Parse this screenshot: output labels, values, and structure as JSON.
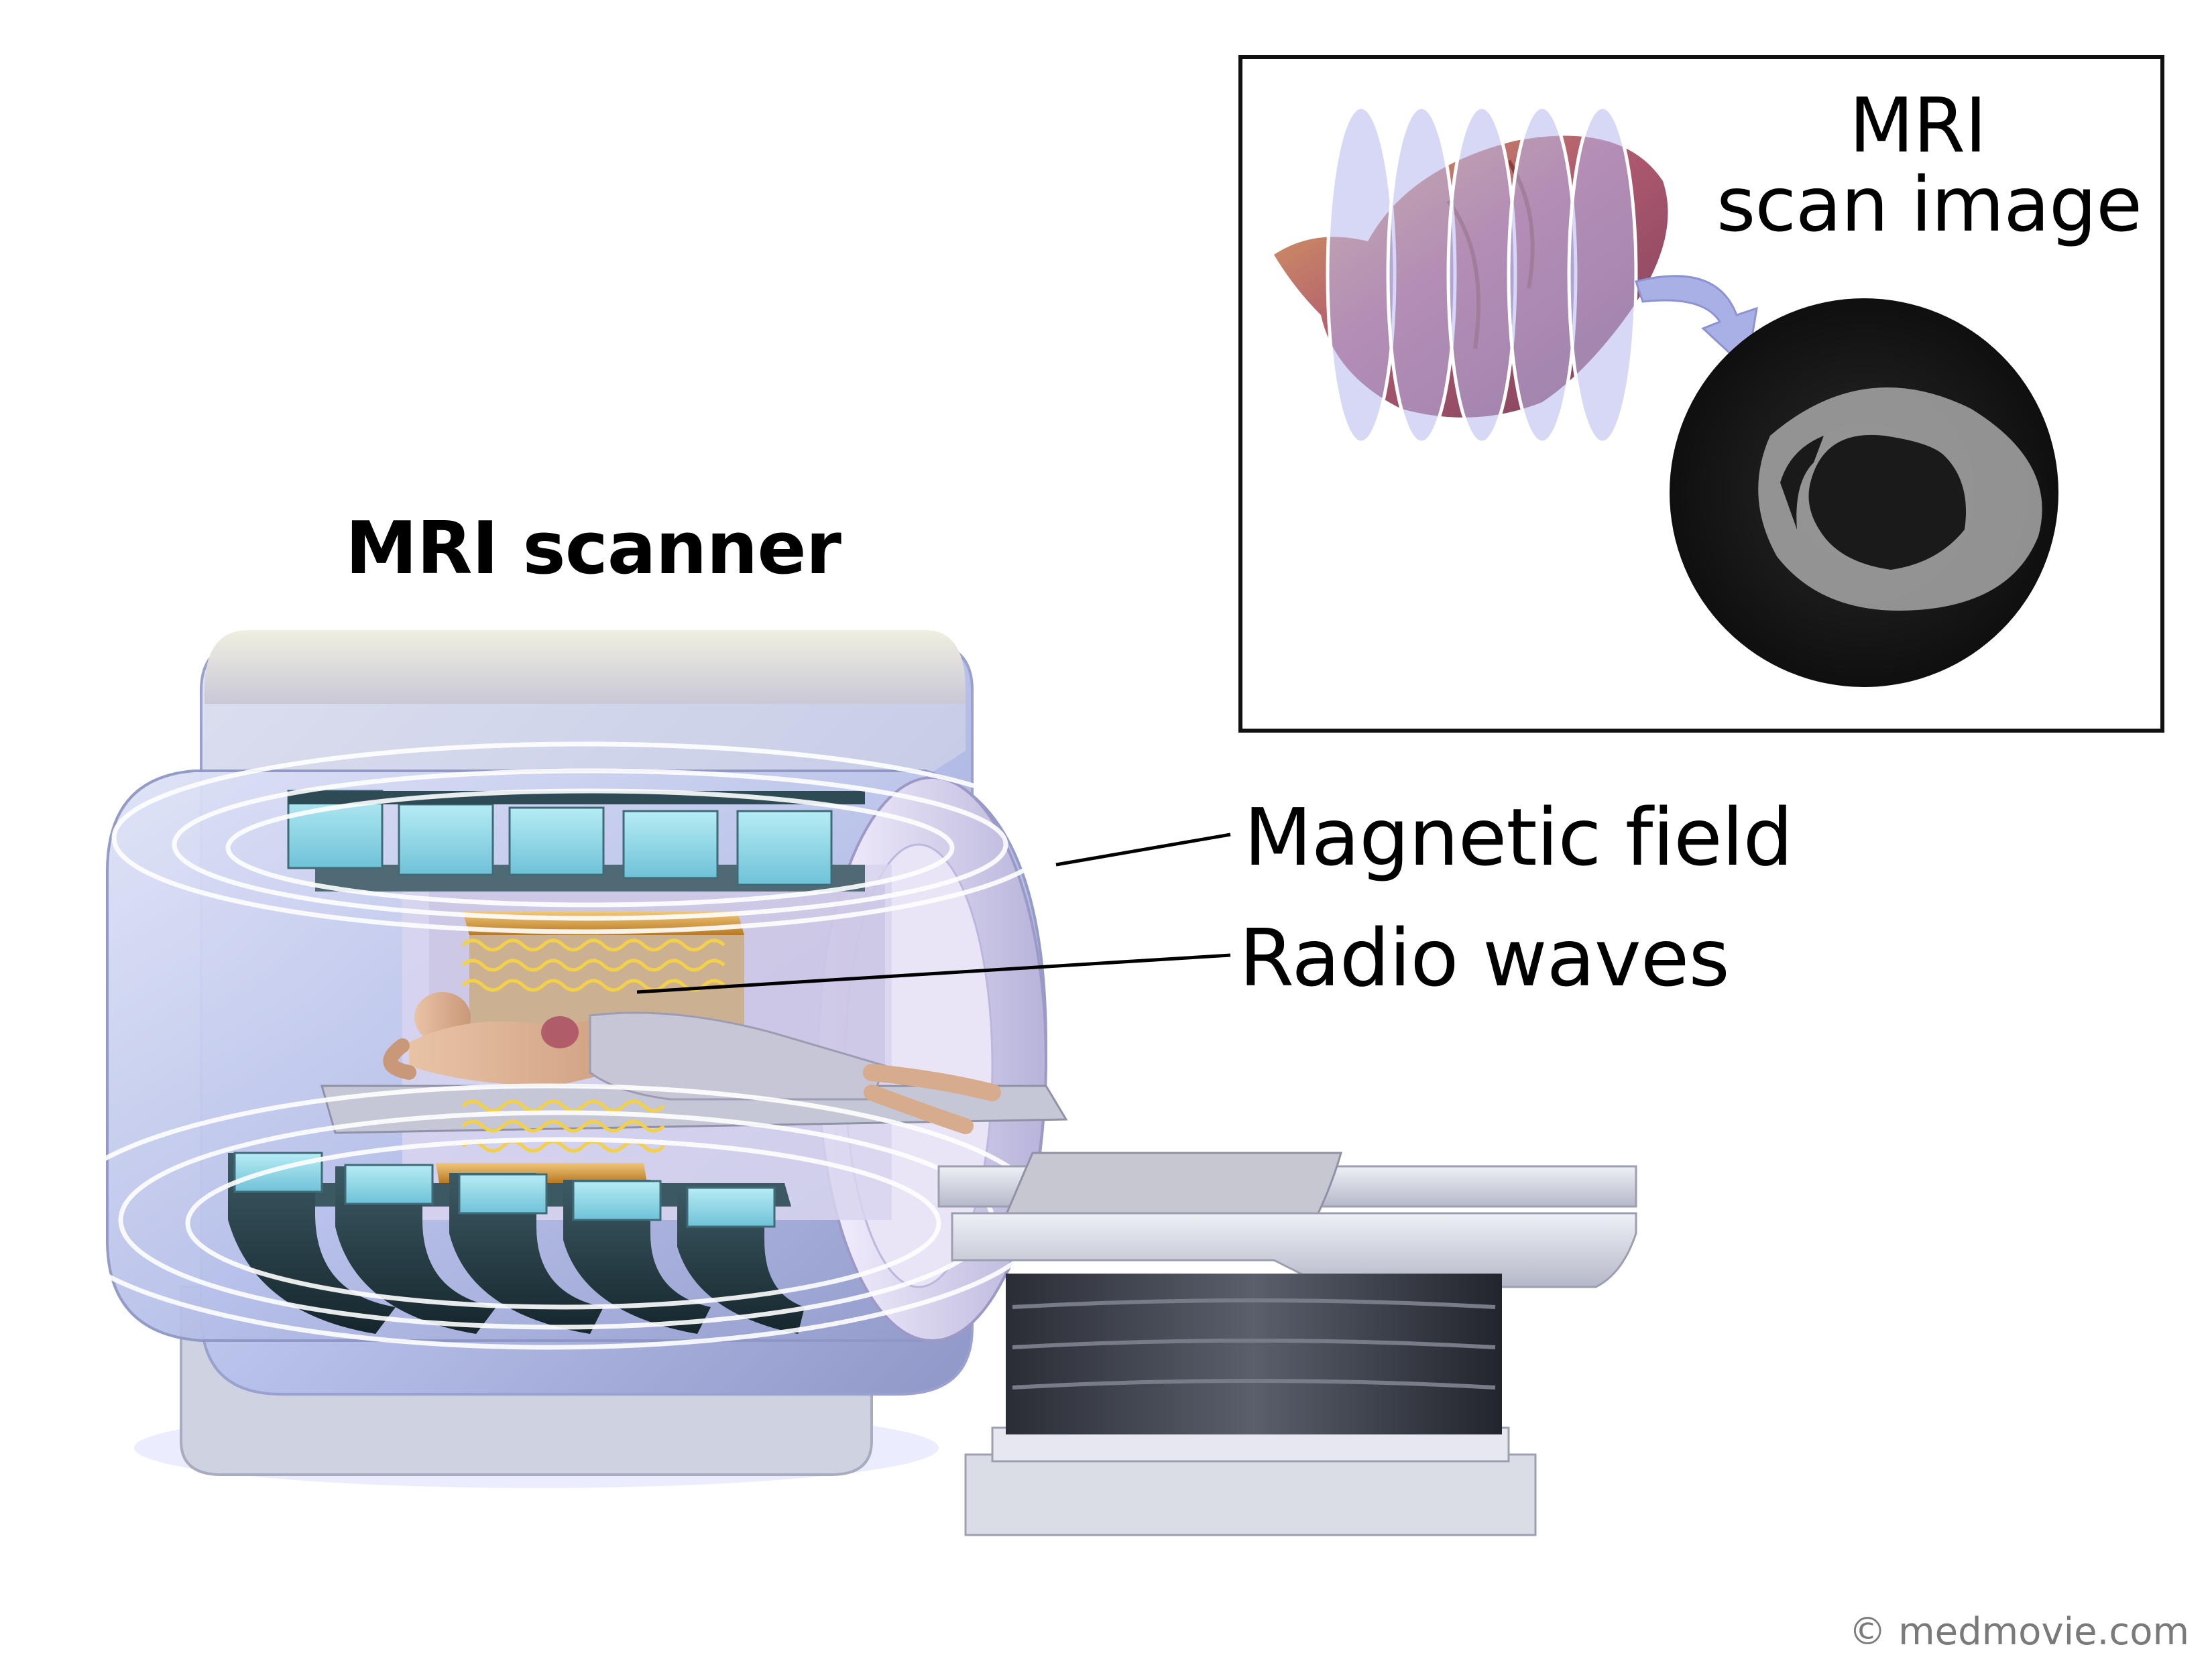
{
  "labels": {
    "scanner_title": "MRI scanner",
    "magnetic_field": "Magnetic field",
    "radio_waves": "Radio waves",
    "inset_title_line1": "MRI",
    "inset_title_line2": "scan image",
    "credit": "© medmovie.com"
  },
  "colors": {
    "scanner_body": "#b9c2ea",
    "magnet_blocks": "#8fd4e4",
    "coils_dark": "#233a42",
    "radio_wave": "#f2d04a",
    "heart": "#9a3a55",
    "slices": "#b6b8ee",
    "scan_background": "#151515",
    "scan_tissue": "#a8a8a8"
  }
}
